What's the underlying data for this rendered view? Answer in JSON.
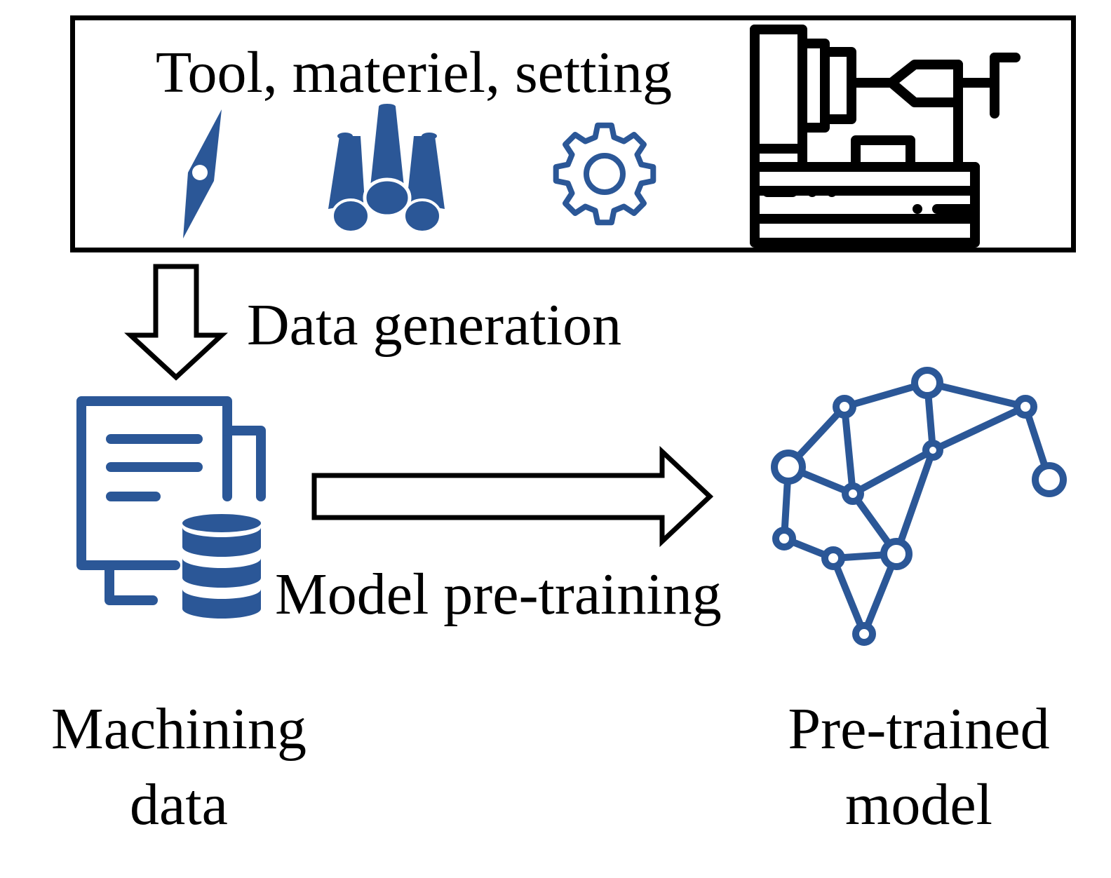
{
  "setup": {
    "title": "Tool, materiel, setting",
    "icons": [
      "cutting-tool-icon",
      "material-bars-icon",
      "settings-gear-icon",
      "cnc-machine-icon"
    ]
  },
  "data_generation": {
    "label": "Data generation"
  },
  "pretraining": {
    "label": "Model pre-training"
  },
  "machining_data": {
    "line1": "Machining",
    "line2": "data"
  },
  "pretrained_model": {
    "line1": "Pre-trained",
    "line2": "model"
  },
  "colors": {
    "accent": "#2b5797",
    "outline": "#000000"
  }
}
